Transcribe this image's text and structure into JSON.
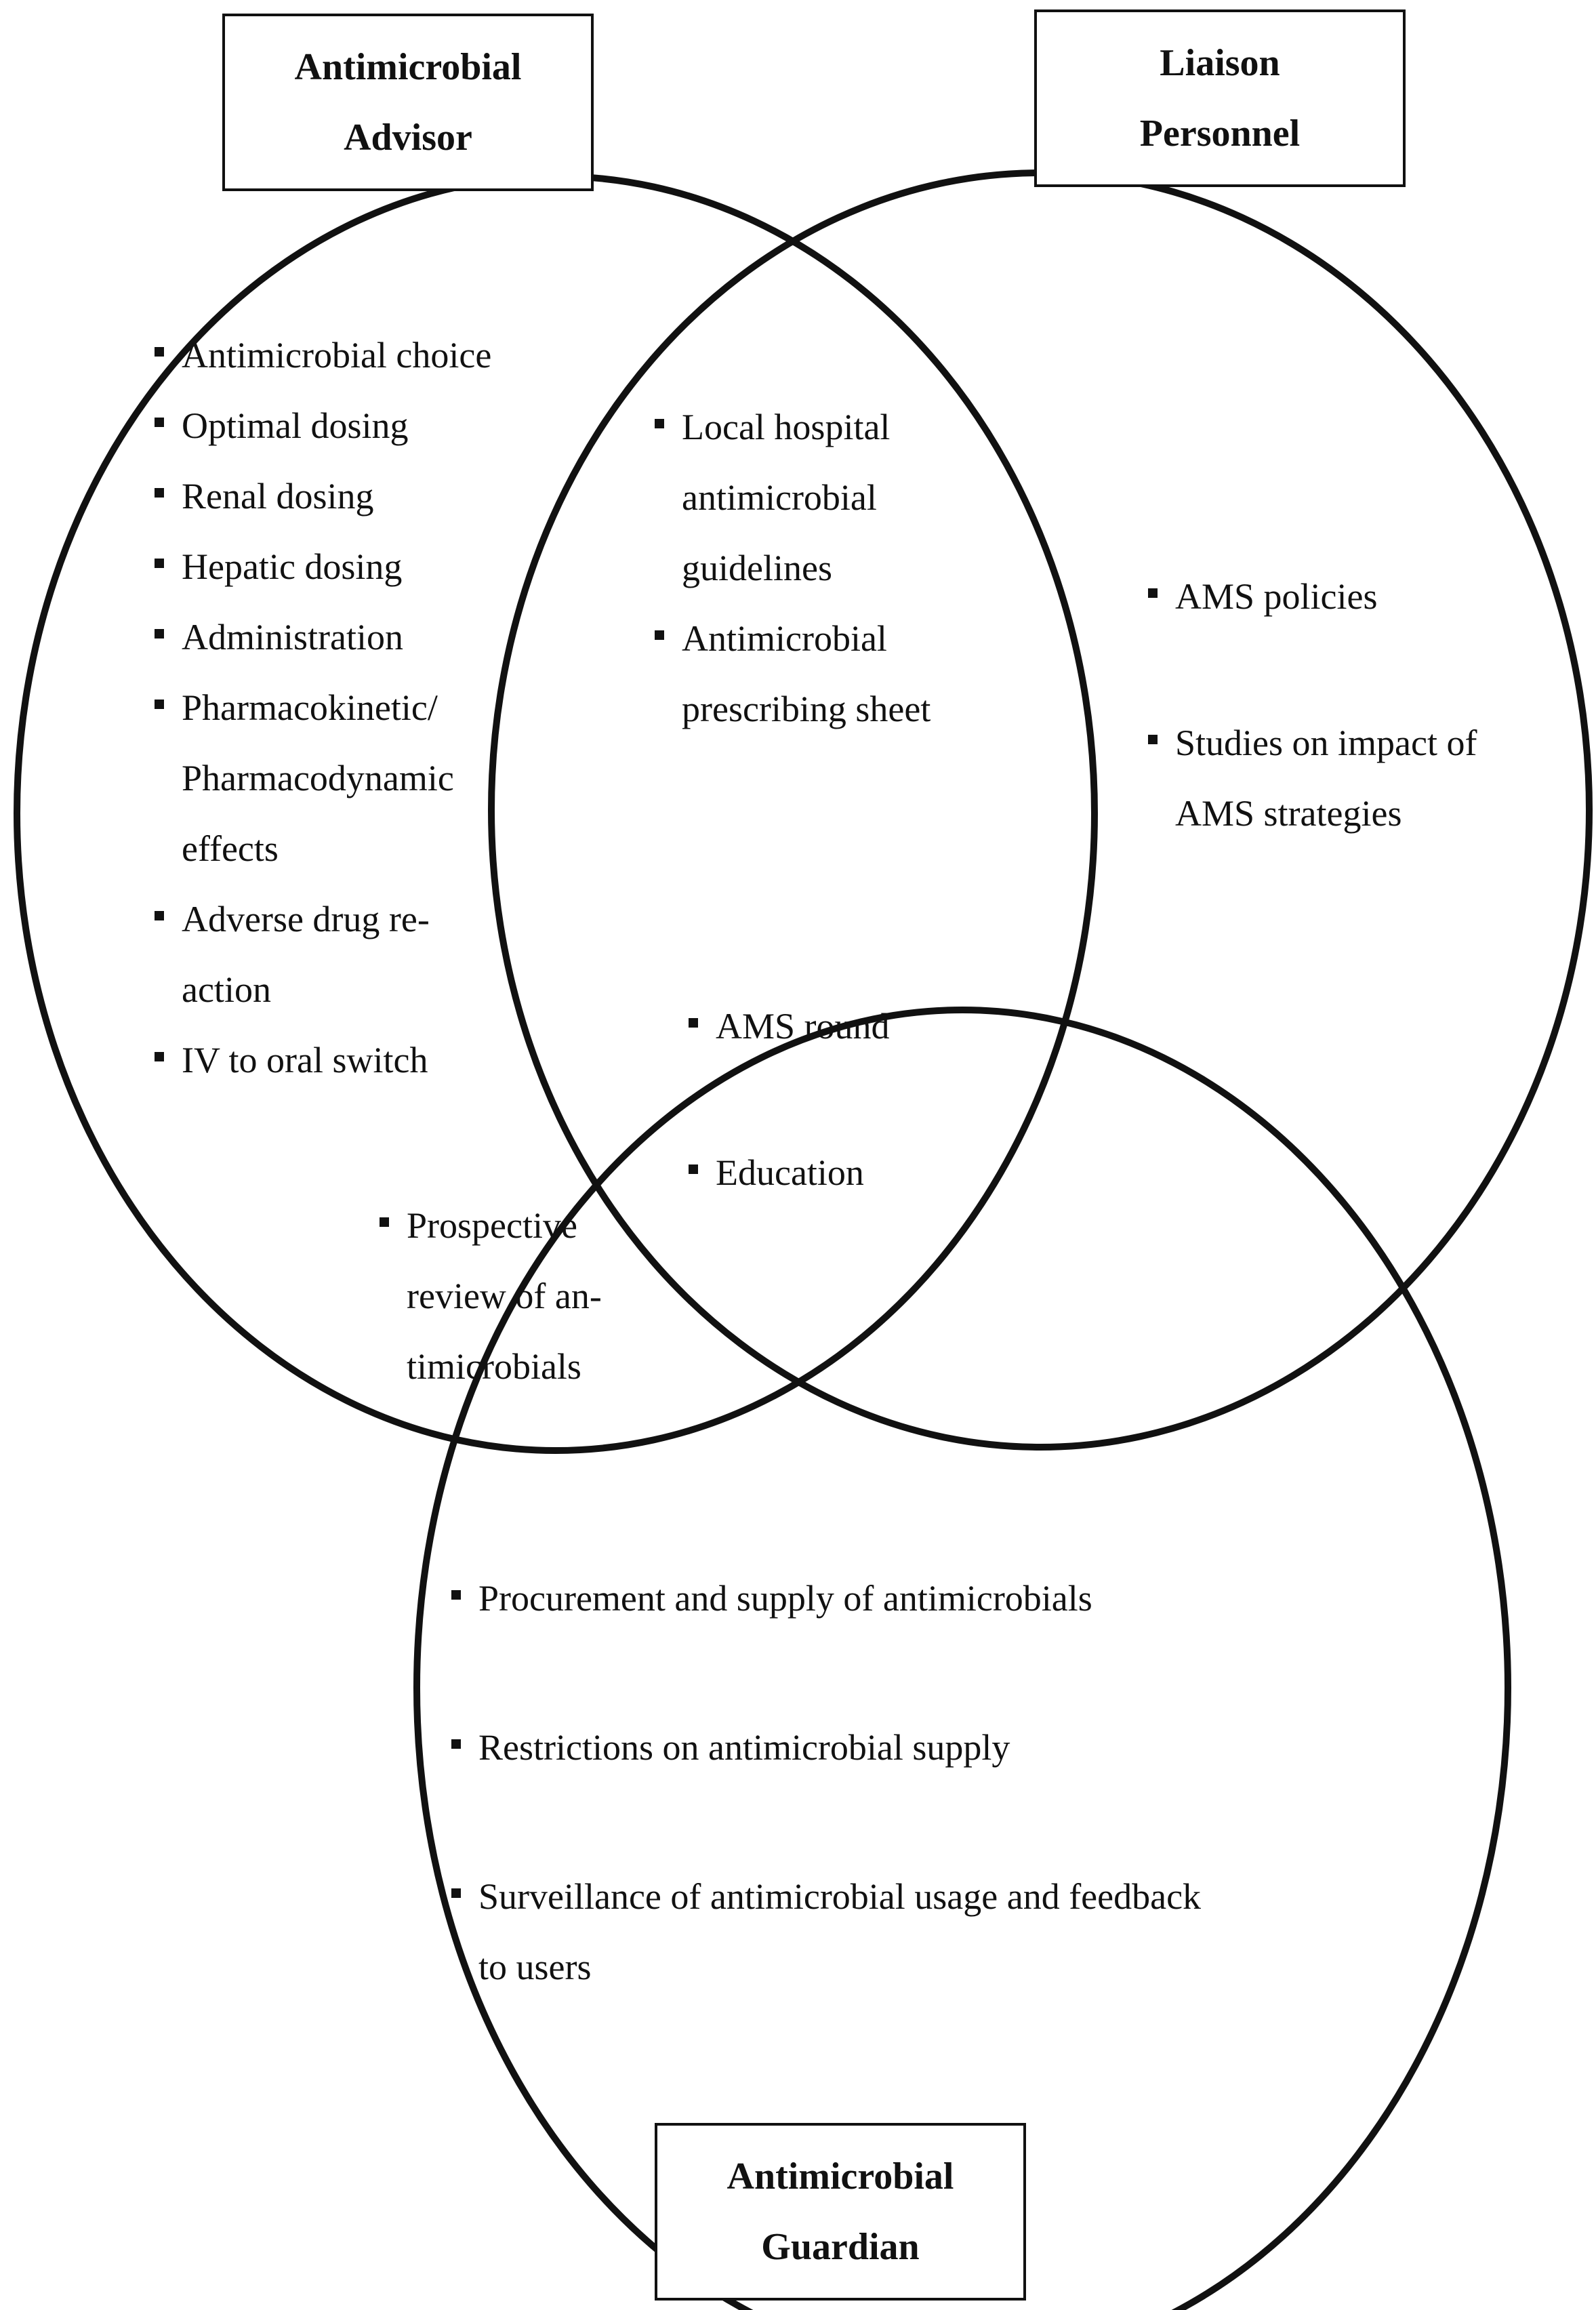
{
  "colors": {
    "line": "#111111",
    "background": "#ffffff"
  },
  "boxes": {
    "antimicrobial_advisor": "Antimicrobial\nAdvisor",
    "liaison_personnel": "Liaison\nPersonnel",
    "antimicrobial_guardian": "Antimicrobial\nGuardian"
  },
  "regions": {
    "advisor_only": [
      "Antimicrobial choice",
      "Optimal dosing",
      "Renal dosing",
      "Hepatic dosing",
      "Administration",
      "Pharmacokinetic/ Pharmacodynamic effects",
      "Adverse drug re-action",
      "IV to oral switch"
    ],
    "advisor_liaison": [
      "Local hospital antimicrobial guidelines",
      "Antimicrobial prescribing sheet"
    ],
    "liaison_only": [
      "AMS policies",
      "Studies on impact of AMS strategies"
    ],
    "all_three": [
      "AMS round",
      "Education"
    ],
    "advisor_guardian": [
      "Prospective review of an-timicrobials"
    ],
    "guardian_only": [
      "Procurement and supply of antimicrobials",
      "Restrictions on antimicrobial supply",
      "Surveillance of antimicrobial usage and feedback to users"
    ]
  }
}
